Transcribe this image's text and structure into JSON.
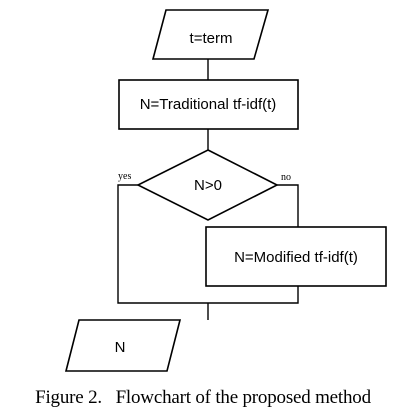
{
  "diagram": {
    "nodes": [
      {
        "id": "input-term",
        "shape": "parallelogram",
        "label": "t=term"
      },
      {
        "id": "traditional",
        "shape": "rectangle",
        "label": "N=Traditional tf-idf(t)"
      },
      {
        "id": "decision",
        "shape": "diamond",
        "label": "N>0"
      },
      {
        "id": "modified",
        "shape": "rectangle",
        "label": "N=Modified tf-idf(t)"
      },
      {
        "id": "output-n",
        "shape": "parallelogram",
        "label": "N"
      }
    ],
    "branches": {
      "yes": "yes",
      "no": "no"
    },
    "caption": "Figure 2.   Flowchart of the proposed method"
  }
}
